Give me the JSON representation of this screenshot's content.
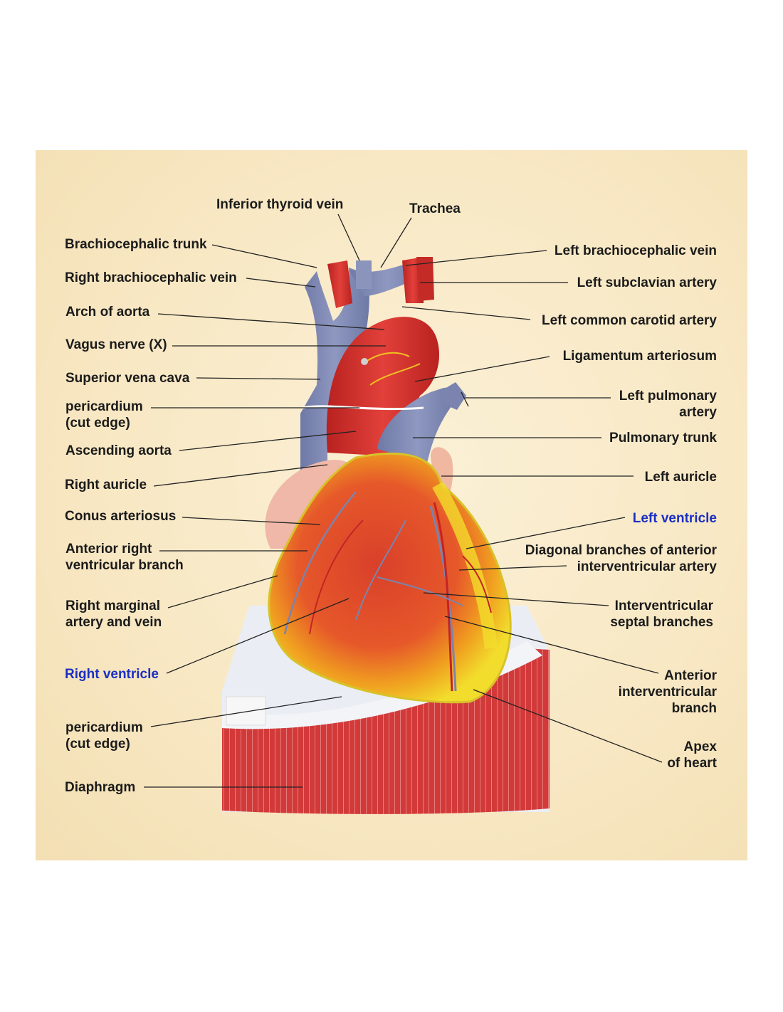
{
  "colors": {
    "background": "#f8e8c4",
    "label_text": "#1b1b1b",
    "chamber_label": "#1a2fc4",
    "artery": "#d8302c",
    "vein": "#7f89b3",
    "myocardium_fat": "#f2dc2c",
    "diaphragm": "#cf4040"
  },
  "labels": {
    "inferior_thyroid_vein": "Inferior thyroid vein",
    "trachea": "Trachea",
    "brachiocephalic_trunk": "Brachiocephalic trunk",
    "right_brachiocephalic_vein": "Right brachiocephalic vein",
    "arch_of_aorta": "Arch of aorta",
    "vagus_nerve": "Vagus nerve (X)",
    "superior_vena_cava": "Superior vena cava",
    "pericardium_top": "pericardium\n(cut edge)",
    "ascending_aorta": "Ascending aorta",
    "right_auricle": "Right auricle",
    "conus_arteriosus": "Conus arteriosus",
    "anterior_right_ventricular_branch": "Anterior right\nventricular branch",
    "right_marginal": "Right marginal\nartery and vein",
    "right_ventricle": "Right ventricle",
    "pericardium_bottom": "pericardium\n(cut edge)",
    "diaphragm": "Diaphragm",
    "left_brachiocephalic_vein": "Left brachiocephalic vein",
    "left_subclavian_artery": "Left subclavian artery",
    "left_common_carotid_artery": "Left common carotid artery",
    "ligamentum_arteriosum": "Ligamentum arteriosum",
    "left_pulmonary_artery": "Left pulmonary\nartery",
    "pulmonary_trunk": "Pulmonary trunk",
    "left_auricle": "Left auricle",
    "left_ventricle": "Left ventricle",
    "diagonal_branches": "Diagonal branches of anterior\ninterventricular artery",
    "interventricular_septal": "Interventricular\nseptal branches",
    "anterior_interventricular": "Anterior\ninterventricular\nbranch",
    "apex": "Apex\nof heart"
  }
}
